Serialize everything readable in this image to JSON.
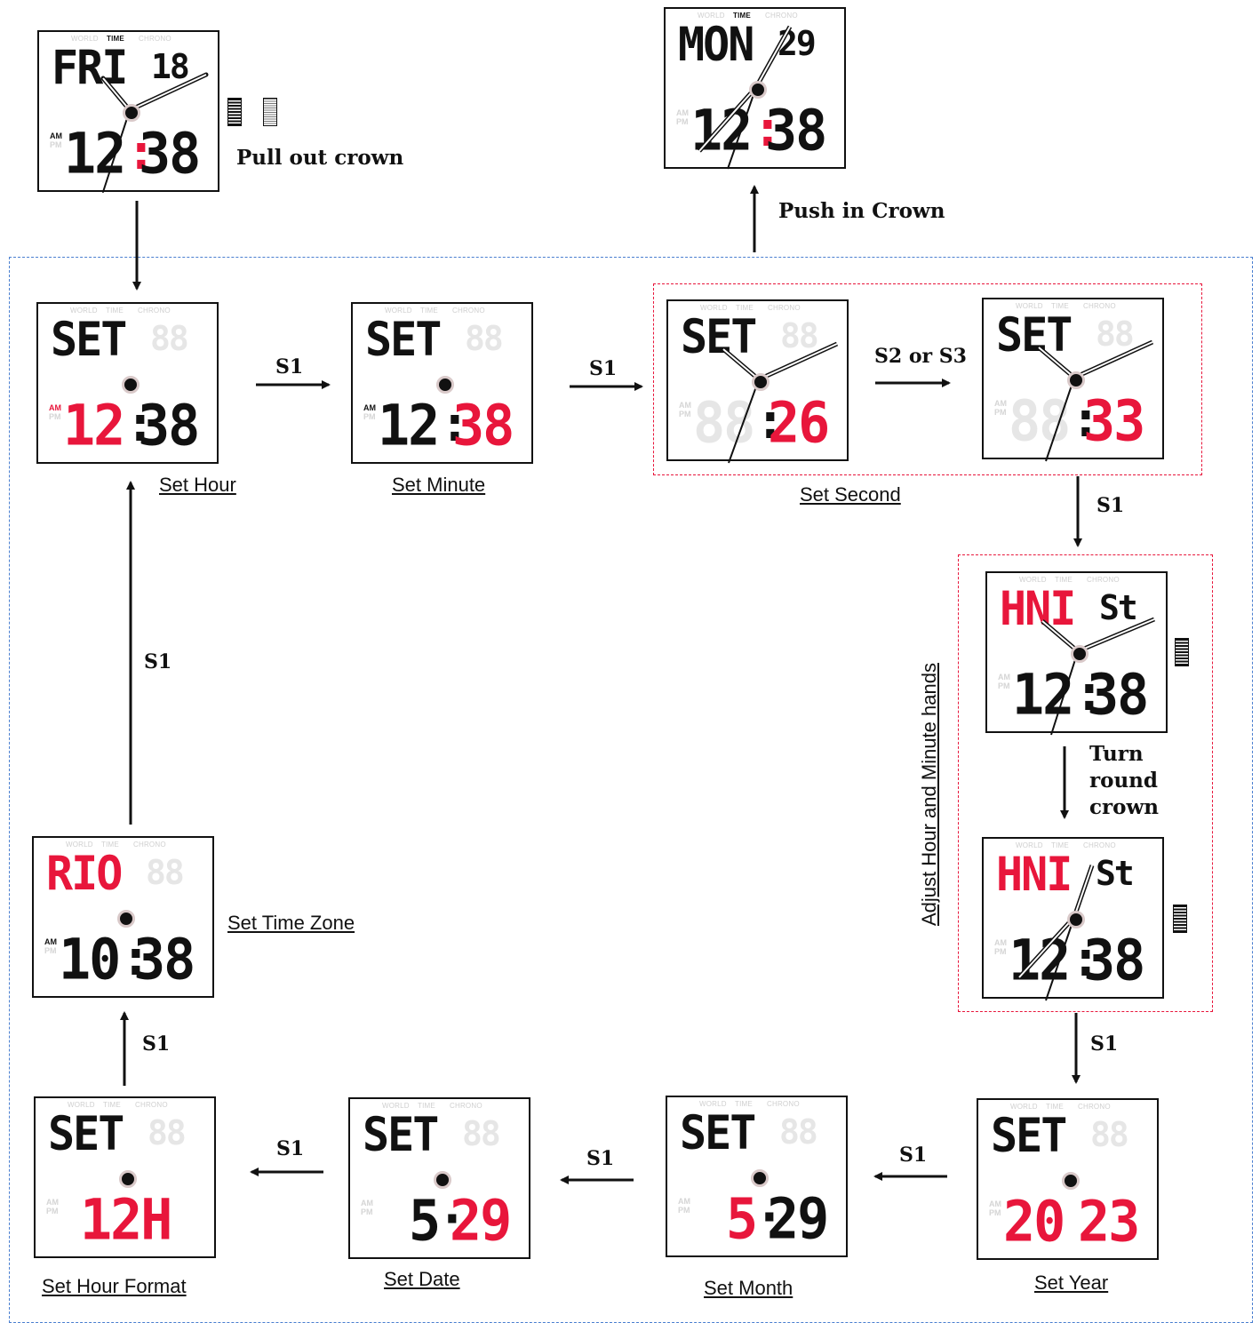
{
  "panel_header": {
    "world": "WORLD",
    "time": "TIME",
    "chrono": "CHRONO"
  },
  "ampm": {
    "am": "AM",
    "pm": "PM"
  },
  "panels": {
    "start": {
      "top": "FRI",
      "top_r": "18",
      "bot_l": "12",
      "bot_r": "38",
      "colon": ":"
    },
    "end": {
      "top": "MON",
      "top_r": "29",
      "bot_l": "12",
      "bot_r": "38",
      "colon": ":"
    },
    "hour": {
      "top": "SET",
      "top_r": "88",
      "bot_l": "12",
      "bot_r": "38",
      "colon": ":"
    },
    "minute": {
      "top": "SET",
      "top_r": "88",
      "bot_l": "12",
      "bot_r": "38",
      "colon": ":"
    },
    "second_a": {
      "top": "SET",
      "top_r": "88",
      "bot_l": "88",
      "bot_r": "26",
      "colon": ":"
    },
    "second_b": {
      "top": "SET",
      "top_r": "88",
      "bot_l": "88",
      "bot_r": "33",
      "colon": ":"
    },
    "hands_a": {
      "top": "HNI",
      "top_r": "St",
      "bot_l": "12",
      "bot_r": "38",
      "colon": ":"
    },
    "hands_b": {
      "top": "HNI",
      "top_r": "St",
      "bot_l": "12",
      "bot_r": "38",
      "colon": ":"
    },
    "zone": {
      "top": "RIO",
      "top_r": "88",
      "bot_l": "10",
      "bot_r": "38",
      "colon": ":"
    },
    "format": {
      "top": "SET",
      "top_r": "88",
      "bot_l": "12H",
      "bot_r": "",
      "colon": ""
    },
    "date": {
      "top": "SET",
      "top_r": "88",
      "bot_l": "5",
      "bot_r": "29",
      "colon": "·"
    },
    "month": {
      "top": "SET",
      "top_r": "88",
      "bot_l": "5",
      "bot_r": "29",
      "colon": "·"
    },
    "year": {
      "top": "SET",
      "top_r": "88",
      "bot_l": "20",
      "bot_r": "23",
      "colon": ""
    }
  },
  "labels": {
    "set_hour": "Set Hour",
    "set_minute": "Set Minute",
    "set_second": "Set Second",
    "set_time_zone": "Set Time Zone",
    "set_hour_format": "Set Hour Format",
    "set_date": "Set Date",
    "set_month": "Set Month",
    "set_year": "Set Year",
    "adjust_hands": "Adjust Hour and Minute hands"
  },
  "actions": {
    "pull_out": "Pull out crown",
    "push_in": "Push in Crown",
    "s1": "S1",
    "s2_or_s3": "S2 or S3",
    "turn_1": "Turn",
    "turn_2": "round",
    "turn_3": "crown"
  },
  "colors": {
    "accent": "#e8163b",
    "frame": "#4a7fd0",
    "segment": "#111111",
    "ghost": "#e6e6e6"
  }
}
